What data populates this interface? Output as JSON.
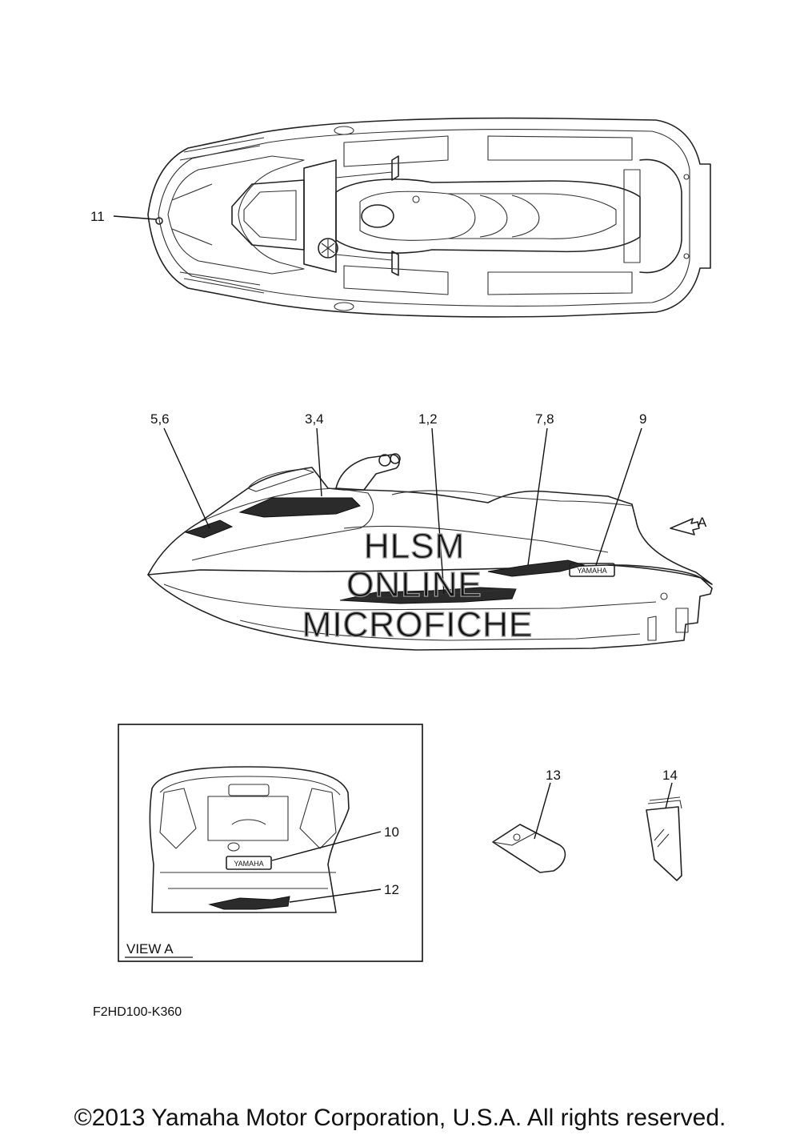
{
  "callouts": {
    "c11": "11",
    "c56": "5,6",
    "c34": "3,4",
    "c12": "1,2",
    "c78": "7,8",
    "c9": "9",
    "cA": "A",
    "c13": "13",
    "c14": "14",
    "c10": "10",
    "c12b": "12"
  },
  "view_label": "VIEW A",
  "decal_text": {
    "yamaha_side": "YAMAHA",
    "yamaha_rear": "YAMAHA"
  },
  "watermark": {
    "line1": "HLSM",
    "line2": "ONLINE",
    "line3": "MICROFICHE"
  },
  "diagram_code": "F2HD100-K360",
  "copyright": "©2013 Yamaha Motor Corporation, U.S.A. All rights reserved."
}
